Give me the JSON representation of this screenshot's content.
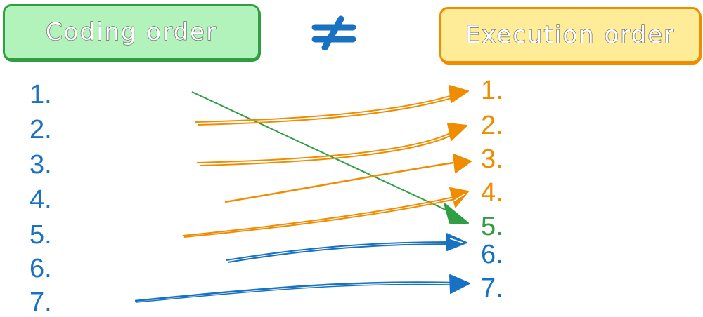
{
  "headers": {
    "left": "Coding order",
    "right": "Execution order"
  },
  "relation_symbol": "≠",
  "colors": {
    "blue": "#1971c2",
    "orange": "#f08c00",
    "green": "#2f9e44"
  },
  "coding_order": [
    "1.",
    "2.",
    "3.",
    "4.",
    "5.",
    "6.",
    "7."
  ],
  "execution_order": [
    {
      "label": "1.",
      "color": "orange"
    },
    {
      "label": "2.",
      "color": "orange"
    },
    {
      "label": "3.",
      "color": "orange"
    },
    {
      "label": "4.",
      "color": "orange"
    },
    {
      "label": "5.",
      "color": "green"
    },
    {
      "label": "6.",
      "color": "blue"
    },
    {
      "label": "7.",
      "color": "blue"
    }
  ],
  "mappings": [
    {
      "from": 1,
      "to": 5,
      "color": "green"
    },
    {
      "from": 2,
      "to": 1,
      "color": "orange"
    },
    {
      "from": 3,
      "to": 2,
      "color": "orange"
    },
    {
      "from": 4,
      "to": 3,
      "color": "orange"
    },
    {
      "from": 5,
      "to": 4,
      "color": "orange"
    },
    {
      "from": 6,
      "to": 6,
      "color": "blue"
    },
    {
      "from": 7,
      "to": 7,
      "color": "blue"
    }
  ]
}
